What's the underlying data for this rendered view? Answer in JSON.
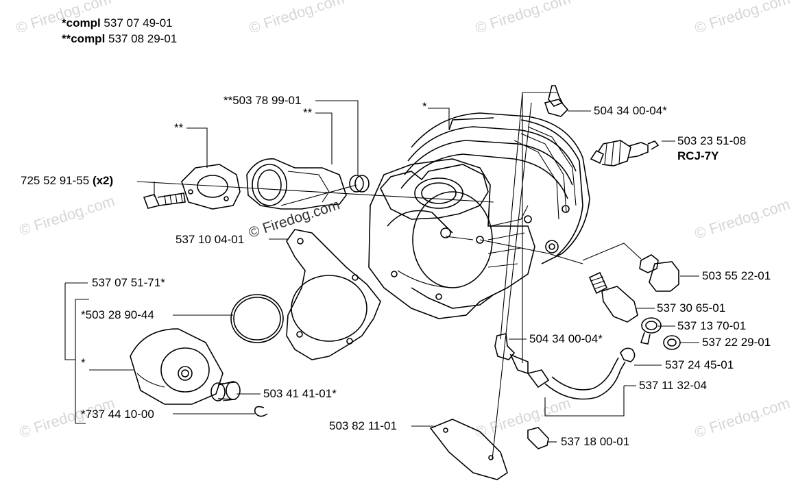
{
  "header": {
    "line1_bold": "*compl",
    "line1_num": "537 07 49-01",
    "line2_bold": "**compl",
    "line2_num": "537 08 29-01"
  },
  "labels": {
    "l_503789901": "**503 78 99-01",
    "l_ss_upper": "**",
    "l_ss_left": "**",
    "l_star_cyl": "*",
    "l_72552": "725 52 91-55",
    "l_72552_qty": "(x2)",
    "l_50434_top": "504 34 00-04*",
    "l_50323": "503 23 51-08",
    "l_rcj": "RCJ-7Y",
    "l_53710": "537 10 04-01",
    "l_53707": "537 07 51-71*",
    "l_50328": "*503 28 90-44",
    "l_star_piston": "*",
    "l_50341": "503 41 41-01*",
    "l_73744": "*737 44 10-00",
    "l_50355": "503 55 22-01",
    "l_53730": "537 30 65-01",
    "l_53713": "537 13 70-01",
    "l_50434_mid": "504 34 00-04*",
    "l_53722": "537 22 29-01",
    "l_53724": "537 24 45-01",
    "l_53711": "537 11 32-04",
    "l_50382": "503 82 11-01",
    "l_53718": "537 18 00-01"
  },
  "watermark": {
    "text": "© Firedog.com",
    "center_text": "© Firedog.com"
  }
}
